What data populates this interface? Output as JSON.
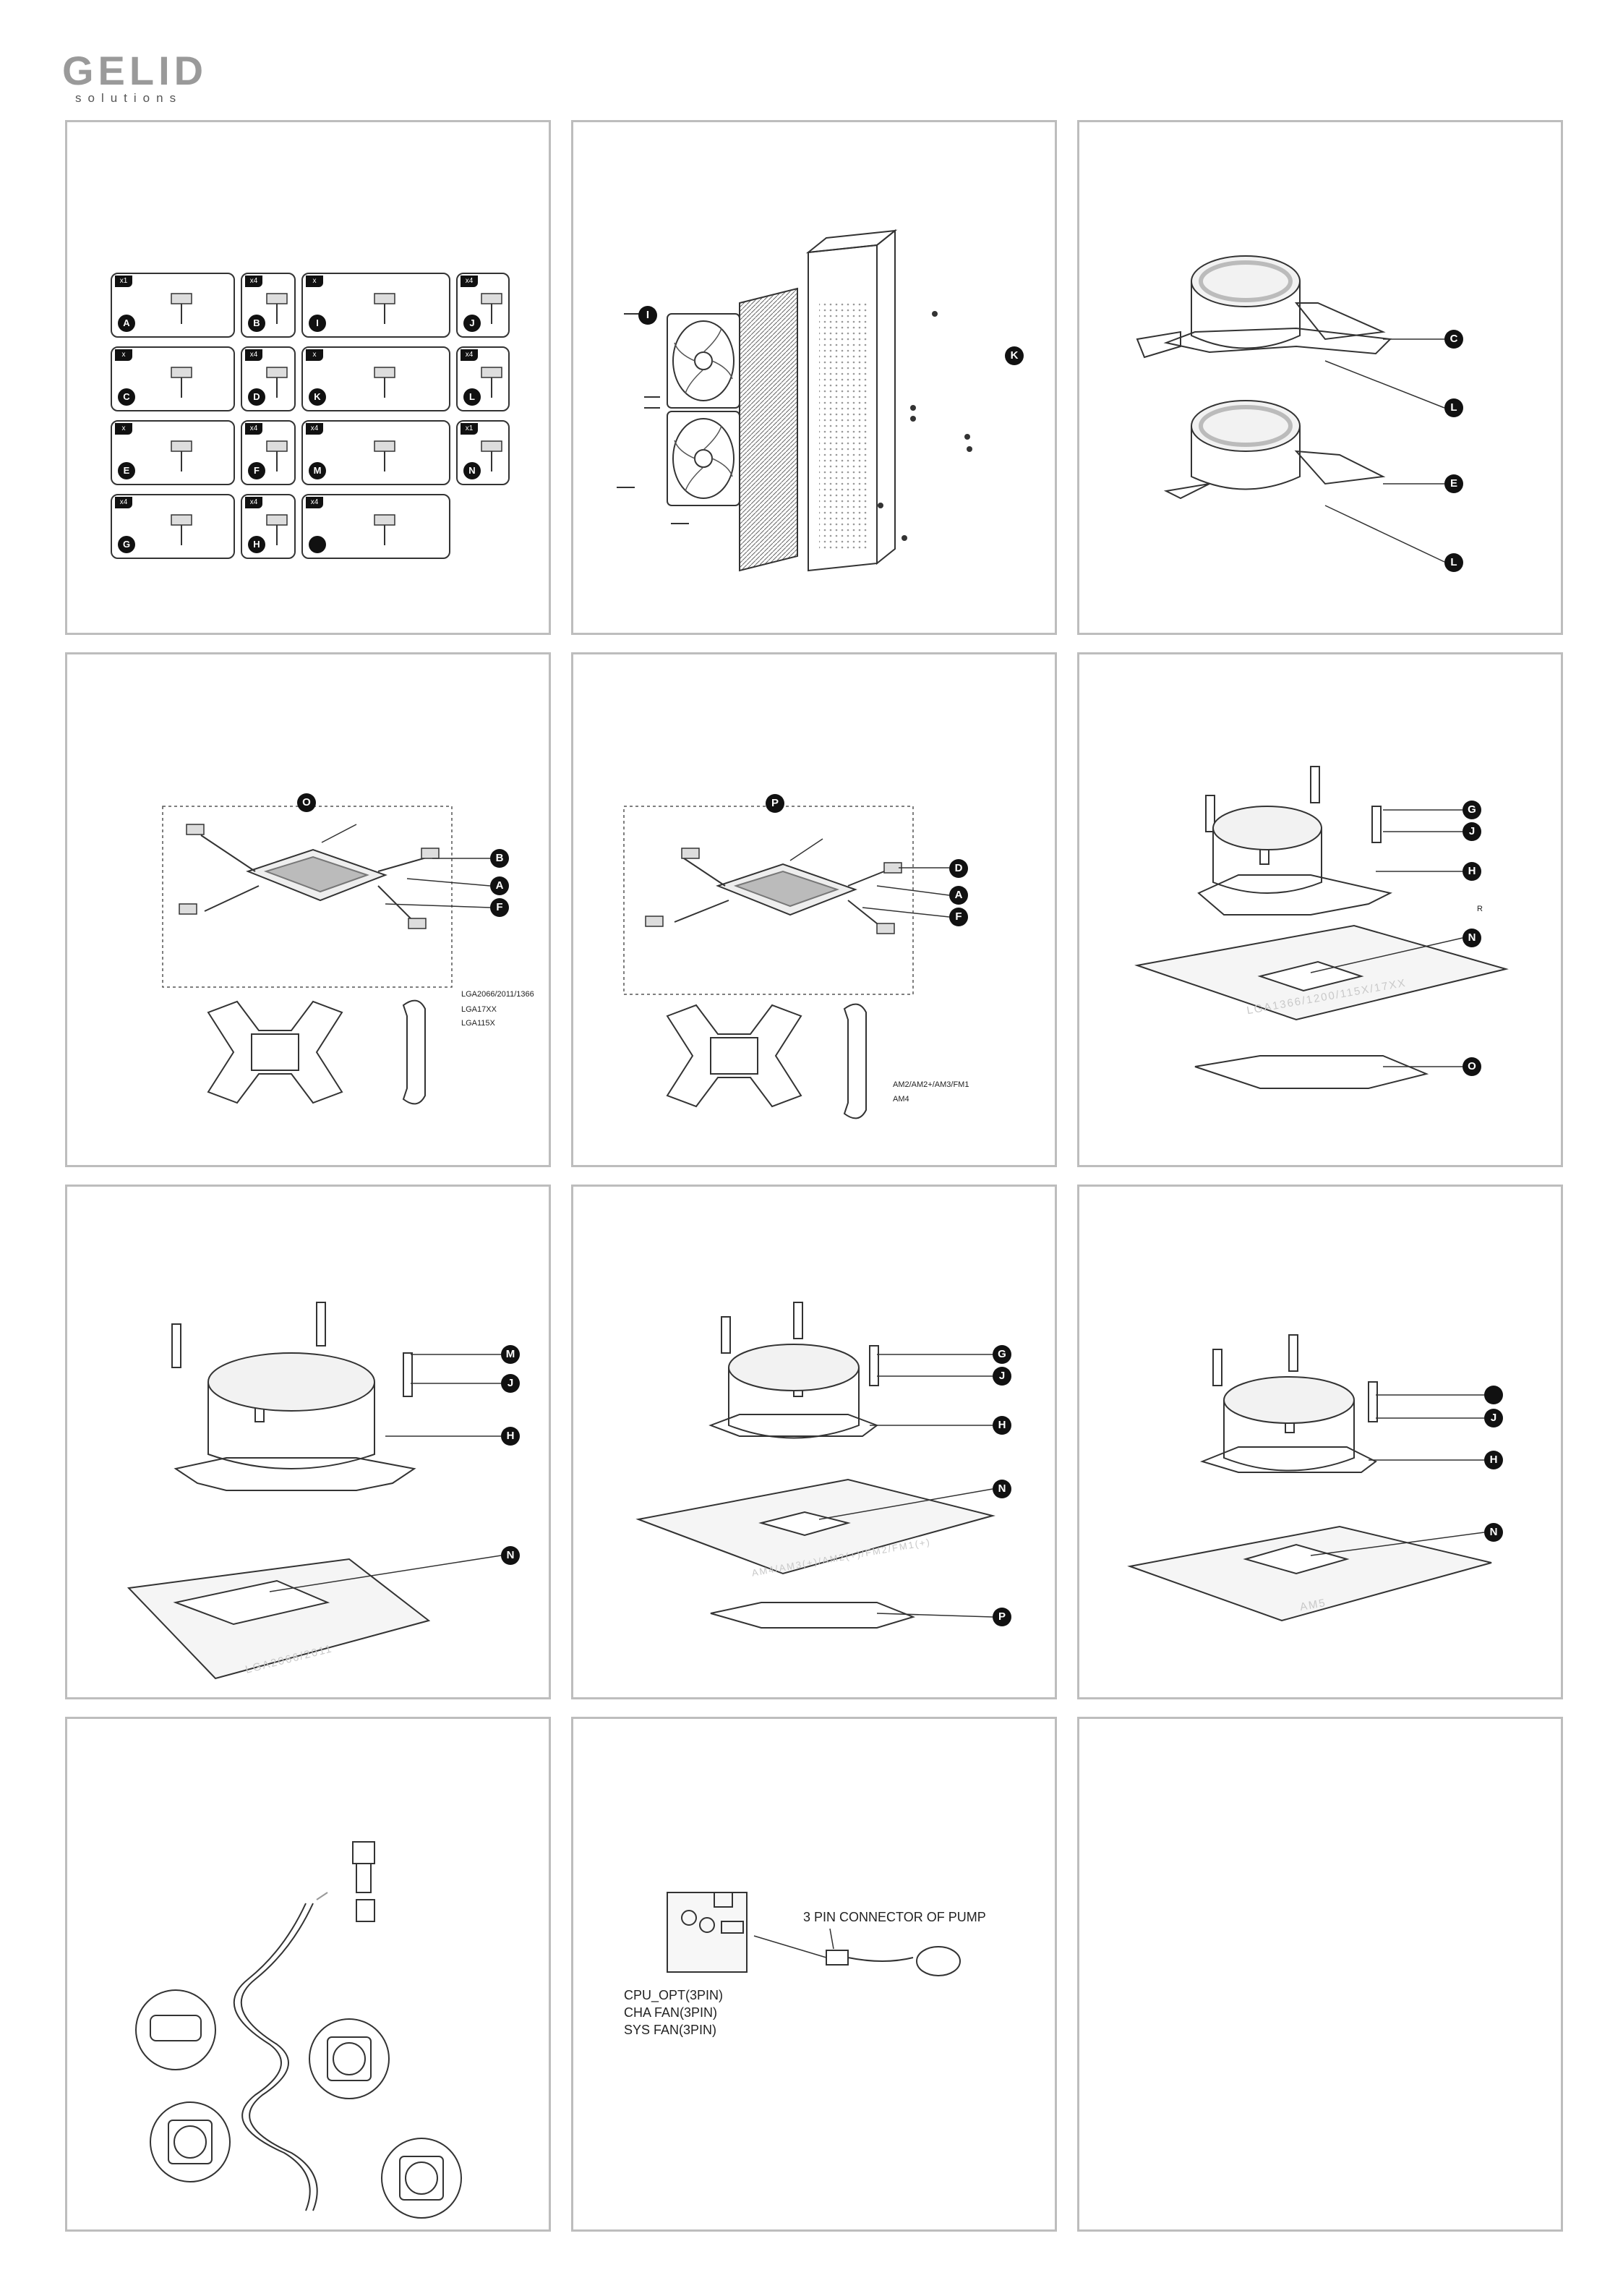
{
  "brand": {
    "name": "GELID",
    "tagline": "solutions"
  },
  "parts": [
    {
      "qty": "x1",
      "letter": "A"
    },
    {
      "qty": "x4",
      "letter": "B"
    },
    {
      "qty": "x",
      "letter": "I"
    },
    {
      "qty": "x4",
      "letter": "J"
    },
    {
      "qty": "x",
      "letter": "C"
    },
    {
      "qty": "x4",
      "letter": "D"
    },
    {
      "qty": "x",
      "letter": "K"
    },
    {
      "qty": "x4",
      "letter": "L"
    },
    {
      "qty": "x",
      "letter": "E"
    },
    {
      "qty": "x4",
      "letter": "F"
    },
    {
      "qty": "x4",
      "letter": "M"
    },
    {
      "qty": "x1",
      "letter": "N"
    },
    {
      "qty": "x4",
      "letter": "G"
    },
    {
      "qty": "x4",
      "letter": "H"
    },
    {
      "qty": "x4",
      "letter": ""
    }
  ],
  "panel2": {
    "callouts": [
      "I",
      "K"
    ]
  },
  "panel3": {
    "callouts": [
      "C",
      "L",
      "E",
      "L"
    ]
  },
  "panel4": {
    "title_callout": "O",
    "callouts": [
      "B",
      "A",
      "F"
    ],
    "bracket_labels": [
      "LGA2066/2011/1366",
      "LGA17XX",
      "LGA115X"
    ]
  },
  "panel5": {
    "title_callout": "P",
    "callouts": [
      "D",
      "A",
      "F"
    ],
    "bracket_labels": [
      "AM2/AM2+/AM3/FM1",
      "AM4"
    ]
  },
  "panel6": {
    "callouts": [
      "G",
      "J",
      "H",
      "N",
      "O"
    ],
    "r_label": "R",
    "socket": "LGA1366/1200/115X/17XX"
  },
  "panel7": {
    "callouts": [
      "M",
      "J",
      "H",
      "N"
    ],
    "socket": "LGA2066/2011"
  },
  "panel8": {
    "callouts": [
      "G",
      "J",
      "H",
      "N",
      "P"
    ],
    "socket": "AM4/AM3(+)/AM2(+)/FM2/FM1(+)"
  },
  "panel9": {
    "callouts": [
      "",
      "J",
      "H",
      "N"
    ],
    "socket": "AM5"
  },
  "panel11": {
    "pump_label": "3 PIN CONNECTOR OF PUMP",
    "header_labels": [
      "CPU_OPT(3PIN)",
      "CHA FAN(3PIN)",
      "SYS FAN(3PIN)"
    ]
  }
}
